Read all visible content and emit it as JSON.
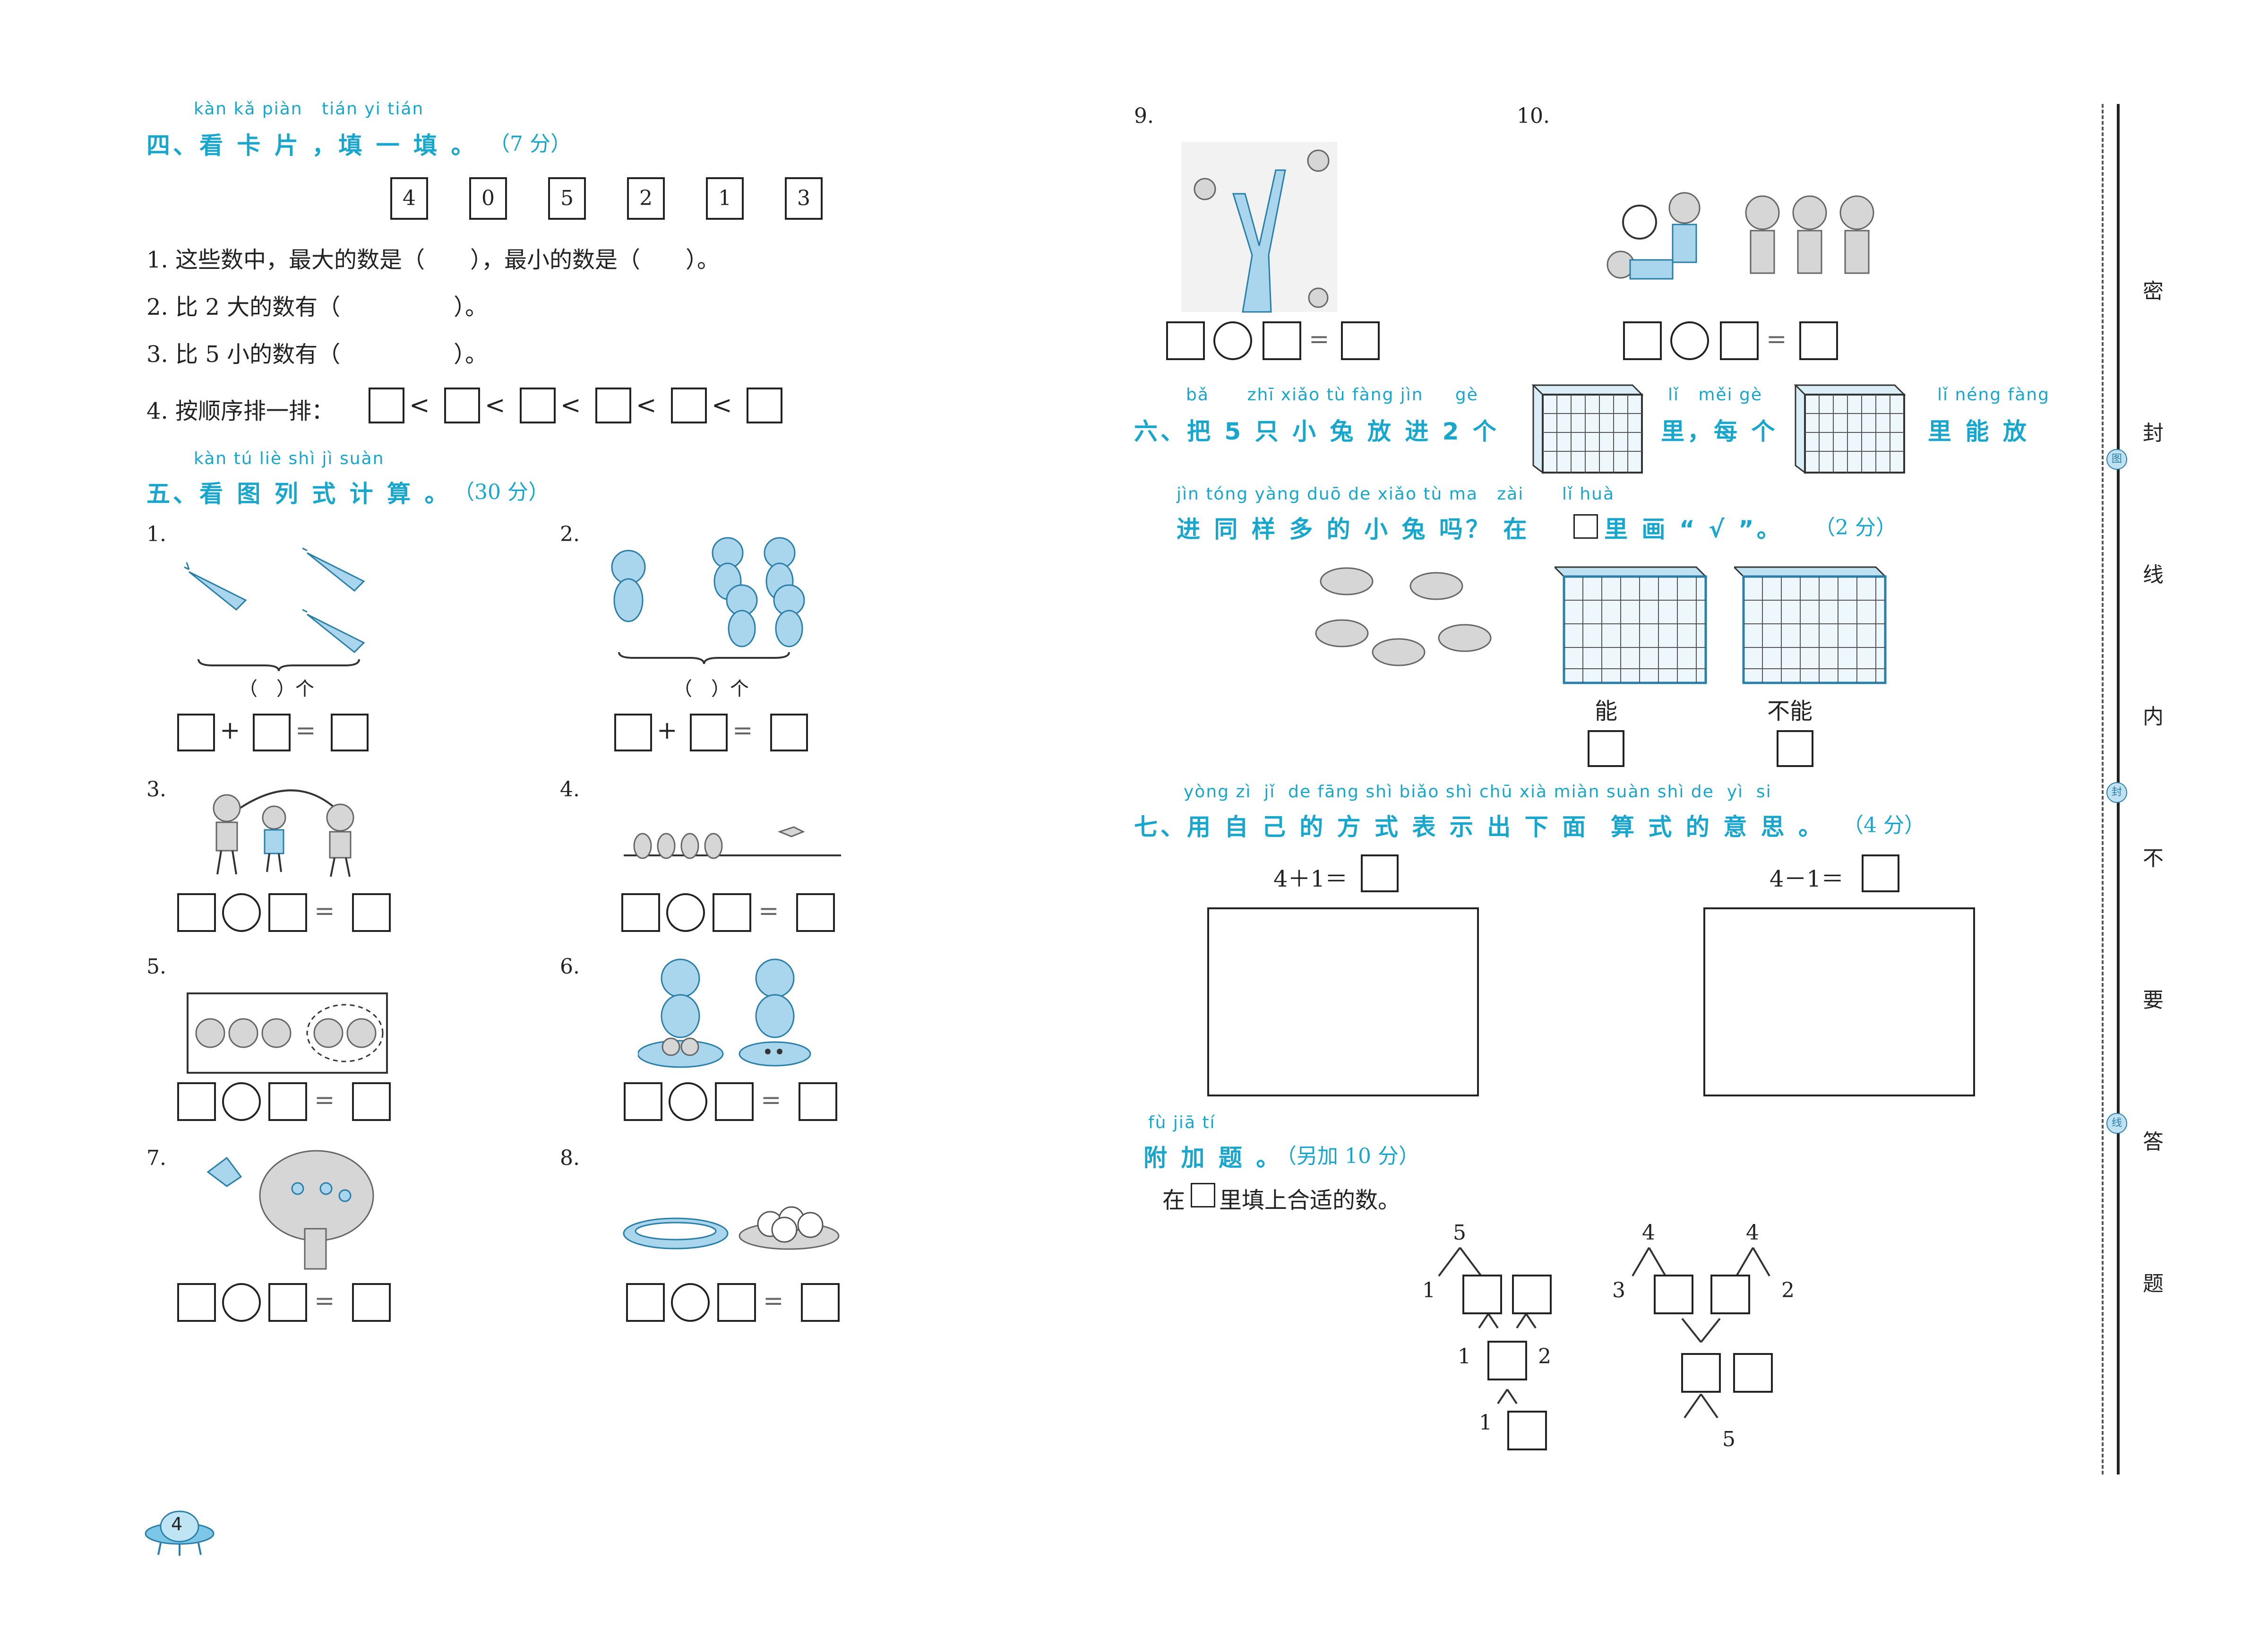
{
  "page_number": "4",
  "sec4": {
    "pinyin": "kàn kǎ piàn   tián yi tián",
    "title": "四、看 卡 片 ，填 一 填 。",
    "score": "（7 分）",
    "cards": [
      "4",
      "0",
      "5",
      "2",
      "1",
      "3"
    ],
    "q1": "1. 这些数中，最大的数是（　　），最小的数是（　　）。",
    "q2": "2. 比 2 大的数有（　　　　　）。",
    "q3": "3. 比 5 小的数有（　　　　　）。",
    "q4": "4. 按顺序排一排："
  },
  "sec5": {
    "pinyin": "kàn tú liè shì jì suàn",
    "title": "五、看 图 列 式 计 算 。",
    "score": "（30 分）",
    "items": [
      "1.",
      "2.",
      "3.",
      "4.",
      "5.",
      "6.",
      "7.",
      "8."
    ],
    "brace_label": "（　）个",
    "plus": "+",
    "eq": "=",
    "less": "<"
  },
  "right_top": {
    "q9": "9.",
    "q10": "10."
  },
  "sec6": {
    "pinyin1": "bǎ      zhī xiǎo tù fàng jìn     gè",
    "title1": "六、把 5 只 小 兔 放 进 2 个",
    "pinyin_li": "lǐ   měi gè",
    "mid1": "里，每 个",
    "pinyin_end": "lǐ néng fàng",
    "end1": "里 能 放",
    "pinyin2": "jìn tóng yàng duō de xiǎo tù ma   zài      lǐ huà",
    "line2a": "进 同 样 多 的 小 兔 吗？ 在",
    "line2b": "里 画 “ √ ”。",
    "score": "（2 分）",
    "can": "能",
    "cannot": "不能"
  },
  "sec7": {
    "pinyin": "yòng zì  jǐ  de fāng shì biǎo shì chū xià miàn suàn shì de  yì  si",
    "title": "七、用 自 己 的 方 式 表 示 出 下 面  算 式 的 意 思 。",
    "score": "（4 分）",
    "eq1": "4＋1＝",
    "eq2": "4－1＝"
  },
  "extra": {
    "pinyin": "fù jiā tí",
    "title": "附 加 题 。",
    "score": "（另加 10 分）",
    "instr_a": "在",
    "instr_b": "里填上合适的数。",
    "tree1": {
      "top": "5",
      "left": "1",
      "mid_left": "1",
      "mid_right": "2",
      "bottom_left": "1"
    },
    "tree2": {
      "top_left": "4",
      "top_right": "4",
      "left": "3",
      "right": "2",
      "bottom": "5"
    }
  },
  "margin_text": [
    "密",
    "封",
    "线",
    "内",
    "不",
    "要",
    "答",
    "题"
  ],
  "margin_tags": [
    "图",
    "封",
    "线"
  ]
}
